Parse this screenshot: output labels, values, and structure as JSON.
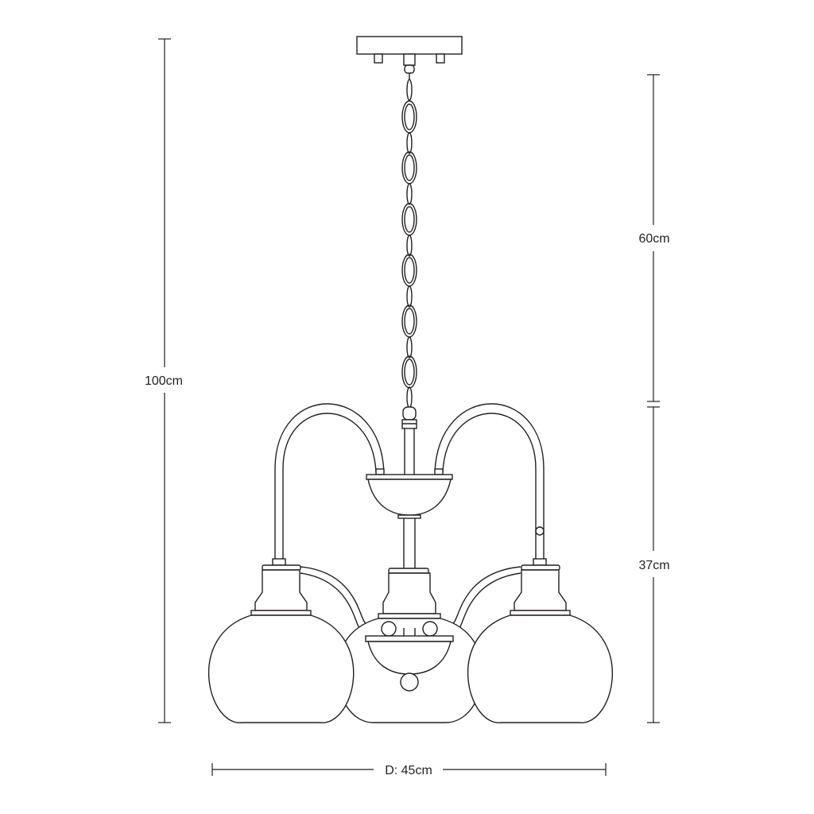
{
  "dimensions": {
    "total_height": "100cm",
    "chain_length": "60cm",
    "body_height": "37cm",
    "diameter": "D: 45cm"
  },
  "colors": {
    "line": "#231f20",
    "background": "#ffffff"
  }
}
